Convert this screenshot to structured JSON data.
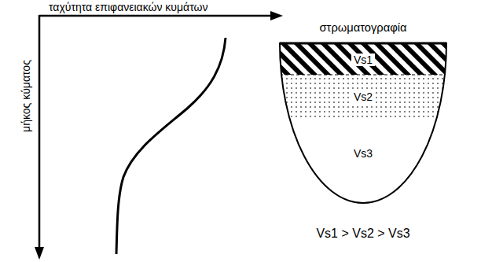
{
  "diagram": {
    "nodes": [
      {
        "text": [
          "στρωματογραφία"
        ]
      },
      {
        "text": [
          "Vs1"
        ],
        "in": 0
      },
      {
        "text": [
          "Vs2"
        ],
        "in": 0
      },
      {
        "text": [
          "Vs3"
        ],
        "in": 0
      }
    ],
    "labels": [
      "ταχύτητα επιφανειακών κυμάτων",
      "μήκος κύματος",
      "Vs1 > Vs2 > Vs3"
    ]
  }
}
